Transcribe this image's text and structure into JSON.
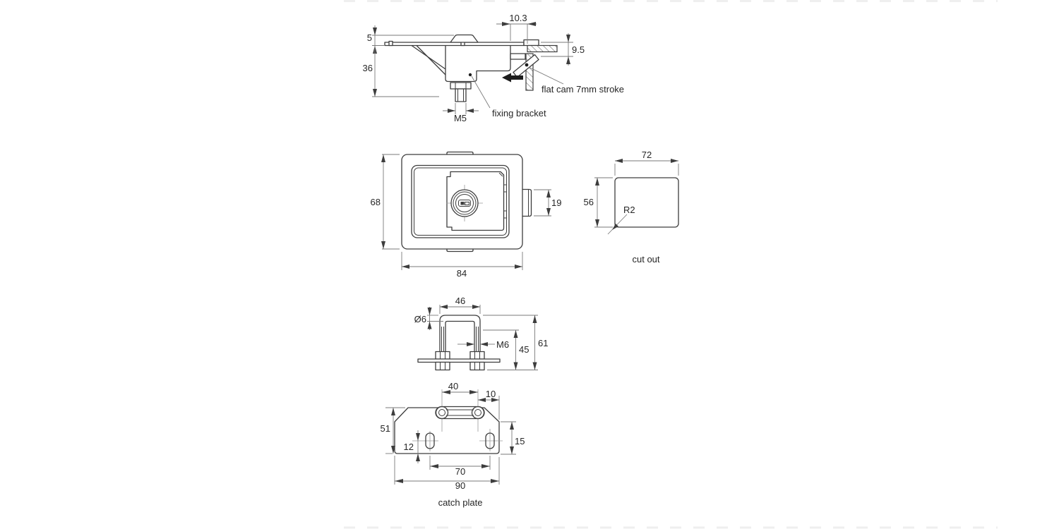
{
  "colors": {
    "background": "#ffffff",
    "object_line": "#3d3d3d",
    "dimension_line": "#7a7a7a",
    "text": "#262626",
    "arrow_fill": "#1d1d1d",
    "trim_mark": "#efefef"
  },
  "side_view": {
    "dims": {
      "cam_gap": "10.3",
      "panel_proud": "5",
      "grip_depth": "9.5",
      "body_depth": "36",
      "stud_thread": "M5"
    },
    "labels": {
      "cam": "flat cam 7mm stroke",
      "bracket": "fixing bracket"
    }
  },
  "front_view": {
    "dims": {
      "height": "68",
      "side_tab": "19",
      "width": "84"
    }
  },
  "cutout_view": {
    "dims": {
      "width": "72",
      "height": "56",
      "corner_radius": "R2"
    },
    "caption": "cut out"
  },
  "ubolt_view": {
    "dims": {
      "outer_width": "46",
      "rod_diameter": "Ø6",
      "thread": "M6",
      "clamp_length": "45",
      "overall_height": "61"
    }
  },
  "catch_plate_view": {
    "dims": {
      "slot_centres": "40",
      "edge_offset": "10",
      "height": "51",
      "hole_to_edge": "12",
      "side_height": "15",
      "hole_centres": "70",
      "width": "90"
    },
    "caption": "catch plate"
  }
}
